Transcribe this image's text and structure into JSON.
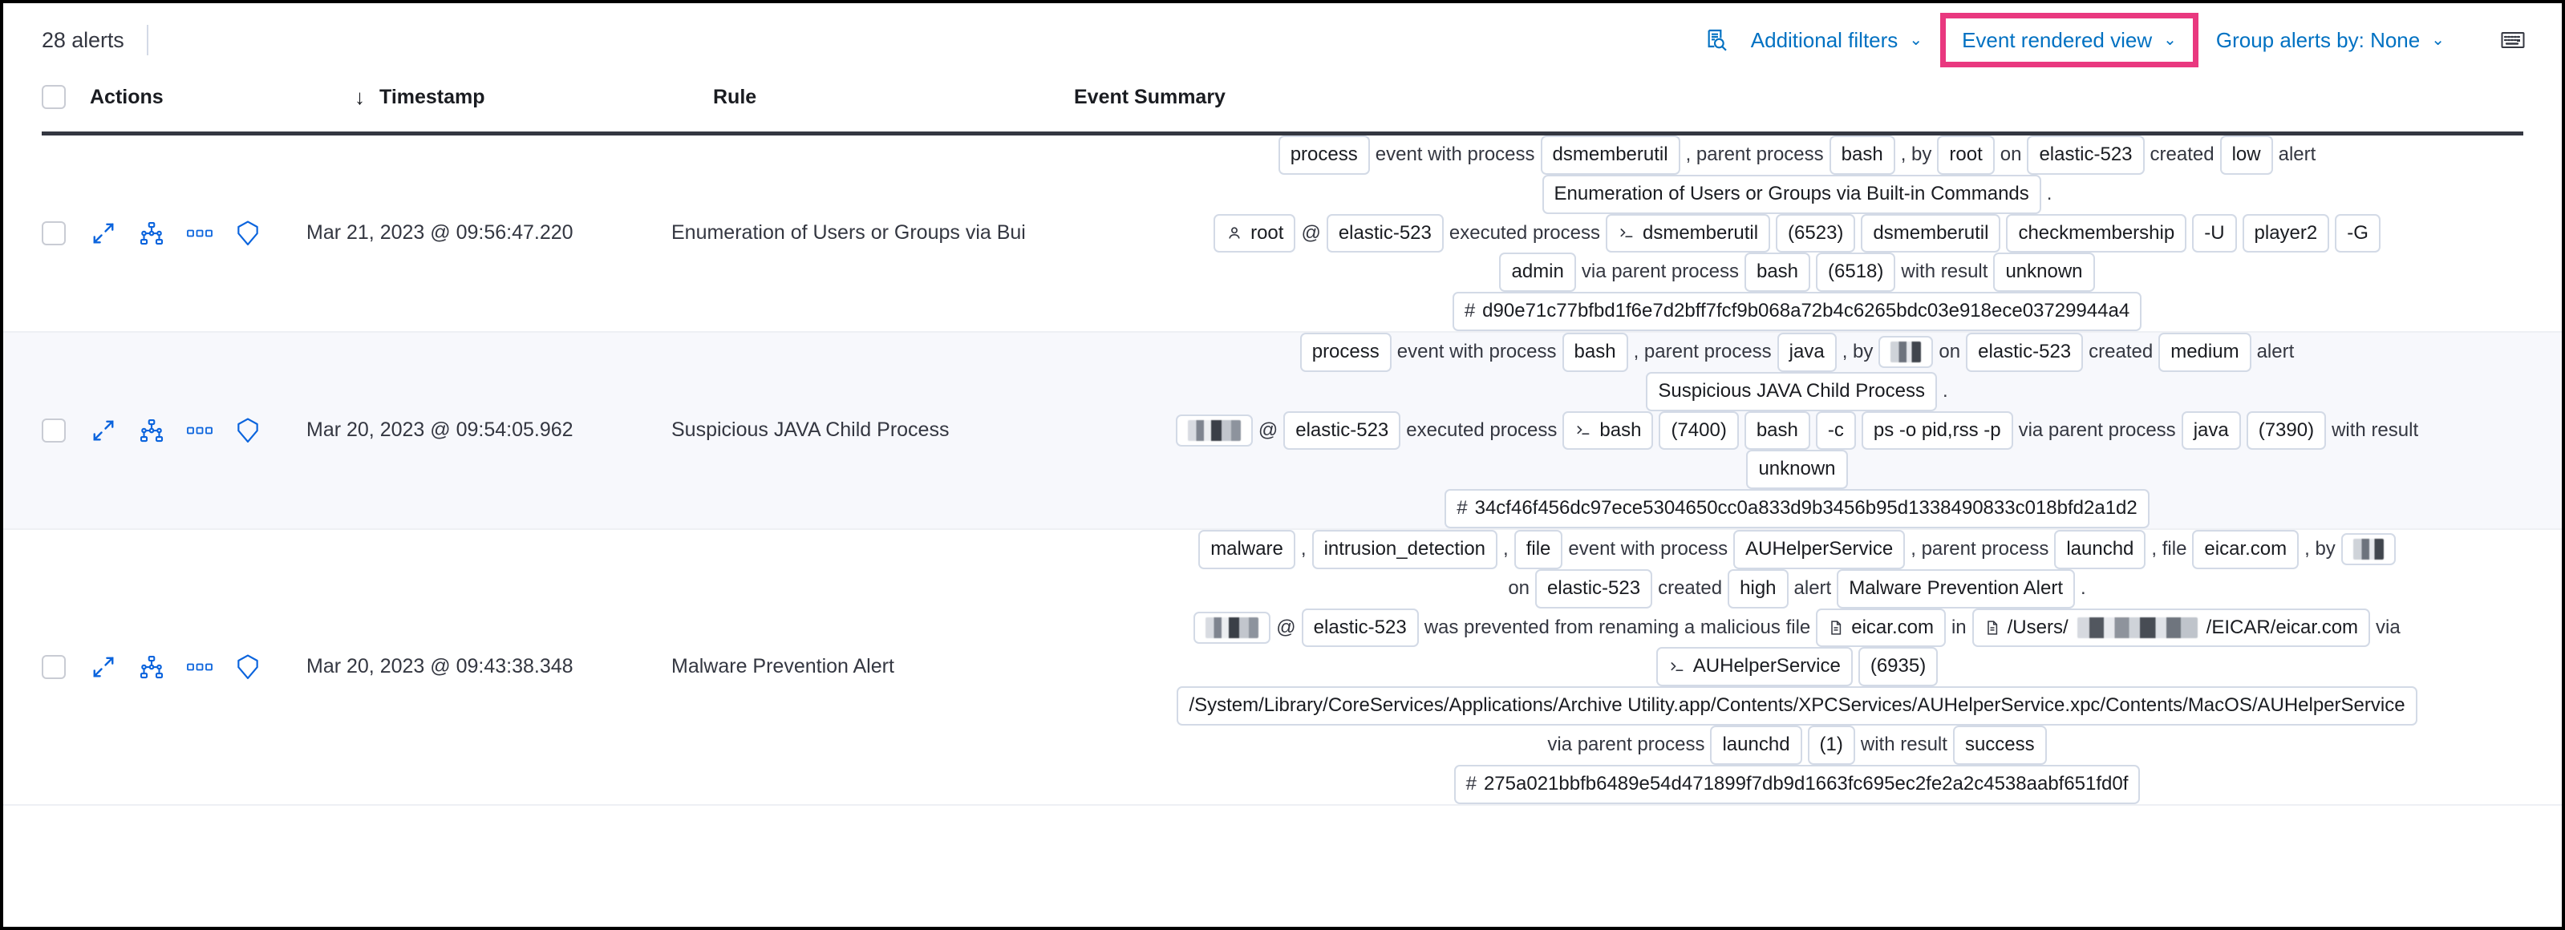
{
  "toolbar": {
    "alerts_count": "28 alerts",
    "inspect_icon": "inspect-search-icon",
    "additional_filters": "Additional filters",
    "event_rendered_view": "Event rendered view",
    "group_alerts_by": "Group alerts by: None",
    "keyboard_icon": "keyboard-icon",
    "caret": "⌄",
    "highlight_color": "#e9387f",
    "link_color": "#0071c2"
  },
  "table": {
    "headers": {
      "actions": "Actions",
      "timestamp": "Timestamp",
      "rule": "Rule",
      "event_summary": "Event Summary",
      "sort_arrow": "↓"
    },
    "row_actions": [
      "expand-icon",
      "analyzer-icon",
      "more-actions-icon",
      "session-view-icon"
    ]
  },
  "rows": [
    {
      "timestamp": "Mar 21, 2023 @ 09:56:47.220",
      "rule": "Enumeration of Users or Groups via Bui",
      "summary": [
        [
          {
            "t": "chip",
            "v": "process"
          },
          {
            "t": "txt",
            "v": "event with process"
          },
          {
            "t": "chip",
            "v": "dsmemberutil"
          },
          {
            "t": "txt",
            "v": ", parent process"
          },
          {
            "t": "chip",
            "v": "bash"
          },
          {
            "t": "txt",
            "v": ", by"
          },
          {
            "t": "chip",
            "v": "root"
          },
          {
            "t": "txt",
            "v": "on"
          },
          {
            "t": "chip",
            "v": "elastic-523"
          },
          {
            "t": "txt",
            "v": "created"
          },
          {
            "t": "chip",
            "v": "low"
          },
          {
            "t": "txt",
            "v": "alert"
          }
        ],
        [
          {
            "t": "chip",
            "v": "Enumeration of Users or Groups via Built-in Commands"
          },
          {
            "t": "txt",
            "v": "."
          }
        ],
        [
          {
            "t": "chip",
            "v": "root",
            "icon": "user-icon"
          },
          {
            "t": "txt",
            "v": "@"
          },
          {
            "t": "chip",
            "v": "elastic-523"
          },
          {
            "t": "txt",
            "v": "executed process"
          },
          {
            "t": "chip",
            "v": "dsmemberutil",
            "icon": "console-icon"
          },
          {
            "t": "chip",
            "v": "(6523)"
          },
          {
            "t": "chip",
            "v": "dsmemberutil"
          },
          {
            "t": "chip",
            "v": "checkmembership"
          },
          {
            "t": "chip",
            "v": "-U"
          },
          {
            "t": "chip",
            "v": "player2"
          },
          {
            "t": "chip",
            "v": "-G"
          }
        ],
        [
          {
            "t": "chip",
            "v": "admin"
          },
          {
            "t": "txt",
            "v": "via parent process"
          },
          {
            "t": "chip",
            "v": "bash"
          },
          {
            "t": "chip",
            "v": "(6518)"
          },
          {
            "t": "txt",
            "v": "with result"
          },
          {
            "t": "chip",
            "v": "unknown"
          }
        ],
        [
          {
            "t": "chip",
            "v": "d90e71c77bfbd1f6e7d2bff7fcf9b068a72b4c6265bdc03e918ece03729944a4",
            "icon": "hash-icon"
          }
        ]
      ]
    },
    {
      "timestamp": "Mar 20, 2023 @ 09:54:05.962",
      "rule": "Suspicious JAVA Child Process",
      "summary": [
        [
          {
            "t": "chip",
            "v": "process"
          },
          {
            "t": "txt",
            "v": "event with process"
          },
          {
            "t": "chip",
            "v": "bash"
          },
          {
            "t": "txt",
            "v": ", parent process"
          },
          {
            "t": "chip",
            "v": "java"
          },
          {
            "t": "txt",
            "v": ", by"
          },
          {
            "t": "chip",
            "v": "",
            "redact": "r3"
          },
          {
            "t": "txt",
            "v": "on"
          },
          {
            "t": "chip",
            "v": "elastic-523"
          },
          {
            "t": "txt",
            "v": "created"
          },
          {
            "t": "chip",
            "v": "medium"
          },
          {
            "t": "txt",
            "v": "alert"
          }
        ],
        [
          {
            "t": "chip",
            "v": "Suspicious JAVA Child Process"
          },
          {
            "t": "txt",
            "v": "."
          }
        ],
        [
          {
            "t": "chip",
            "v": "",
            "redact": "r2"
          },
          {
            "t": "txt",
            "v": "@"
          },
          {
            "t": "chip",
            "v": "elastic-523"
          },
          {
            "t": "txt",
            "v": "executed process"
          },
          {
            "t": "chip",
            "v": "bash",
            "icon": "console-icon"
          },
          {
            "t": "chip",
            "v": "(7400)"
          },
          {
            "t": "chip",
            "v": "bash"
          },
          {
            "t": "chip",
            "v": "-c"
          },
          {
            "t": "chip",
            "v": "ps -o pid,rss -p"
          },
          {
            "t": "txt",
            "v": "via parent process"
          },
          {
            "t": "chip",
            "v": "java"
          },
          {
            "t": "chip",
            "v": "(7390)"
          },
          {
            "t": "txt",
            "v": "with result"
          }
        ],
        [
          {
            "t": "chip",
            "v": "unknown"
          }
        ],
        [
          {
            "t": "chip",
            "v": "34cf46f456dc97ece5304650cc0a833d9b3456b95d1338490833c018bfd2a1d2",
            "icon": "hash-icon"
          }
        ]
      ]
    },
    {
      "timestamp": "Mar 20, 2023 @ 09:43:38.348",
      "rule": "Malware Prevention Alert",
      "summary": [
        [
          {
            "t": "chip",
            "v": "malware"
          },
          {
            "t": "txt",
            "v": ","
          },
          {
            "t": "chip",
            "v": "intrusion_detection"
          },
          {
            "t": "txt",
            "v": ","
          },
          {
            "t": "chip",
            "v": "file"
          },
          {
            "t": "txt",
            "v": "event with process"
          },
          {
            "t": "chip",
            "v": "AUHelperService"
          },
          {
            "t": "txt",
            "v": ", parent process"
          },
          {
            "t": "chip",
            "v": "launchd"
          },
          {
            "t": "txt",
            "v": ", file"
          },
          {
            "t": "chip",
            "v": "eicar.com"
          },
          {
            "t": "txt",
            "v": ", by"
          },
          {
            "t": "chip",
            "v": "",
            "redact": "r3"
          }
        ],
        [
          {
            "t": "txt",
            "v": "on"
          },
          {
            "t": "chip",
            "v": "elastic-523"
          },
          {
            "t": "txt",
            "v": "created"
          },
          {
            "t": "chip",
            "v": "high"
          },
          {
            "t": "txt",
            "v": "alert"
          },
          {
            "t": "chip",
            "v": "Malware Prevention Alert"
          },
          {
            "t": "txt",
            "v": "."
          }
        ],
        [
          {
            "t": "chip",
            "v": "",
            "redact": "r2"
          },
          {
            "t": "txt",
            "v": "@"
          },
          {
            "t": "chip",
            "v": "elastic-523"
          },
          {
            "t": "txt",
            "v": "was prevented from renaming a malicious file"
          },
          {
            "t": "chip",
            "v": "eicar.com",
            "icon": "file-icon"
          },
          {
            "t": "txt",
            "v": "in"
          },
          {
            "t": "chip",
            "v": "/Users/",
            "suffix": "/EICAR/eicar.com",
            "icon": "file-icon",
            "redact": "inline-path"
          },
          {
            "t": "txt",
            "v": "via"
          }
        ],
        [
          {
            "t": "chip",
            "v": "AUHelperService",
            "icon": "console-icon"
          },
          {
            "t": "chip",
            "v": "(6935)"
          }
        ],
        [
          {
            "t": "chip",
            "v": "/System/Library/CoreServices/Applications/Archive Utility.app/Contents/XPCServices/AUHelperService.xpc/Contents/MacOS/AUHelperService"
          }
        ],
        [
          {
            "t": "txt",
            "v": "via parent process"
          },
          {
            "t": "chip",
            "v": "launchd"
          },
          {
            "t": "chip",
            "v": "(1)"
          },
          {
            "t": "txt",
            "v": "with result"
          },
          {
            "t": "chip",
            "v": "success"
          }
        ],
        [
          {
            "t": "chip",
            "v": "275a021bbfb6489e54d471899f7db9d1663fc695ec2fe2a2c4538aabf651fd0f",
            "icon": "hash-icon"
          }
        ]
      ]
    }
  ]
}
